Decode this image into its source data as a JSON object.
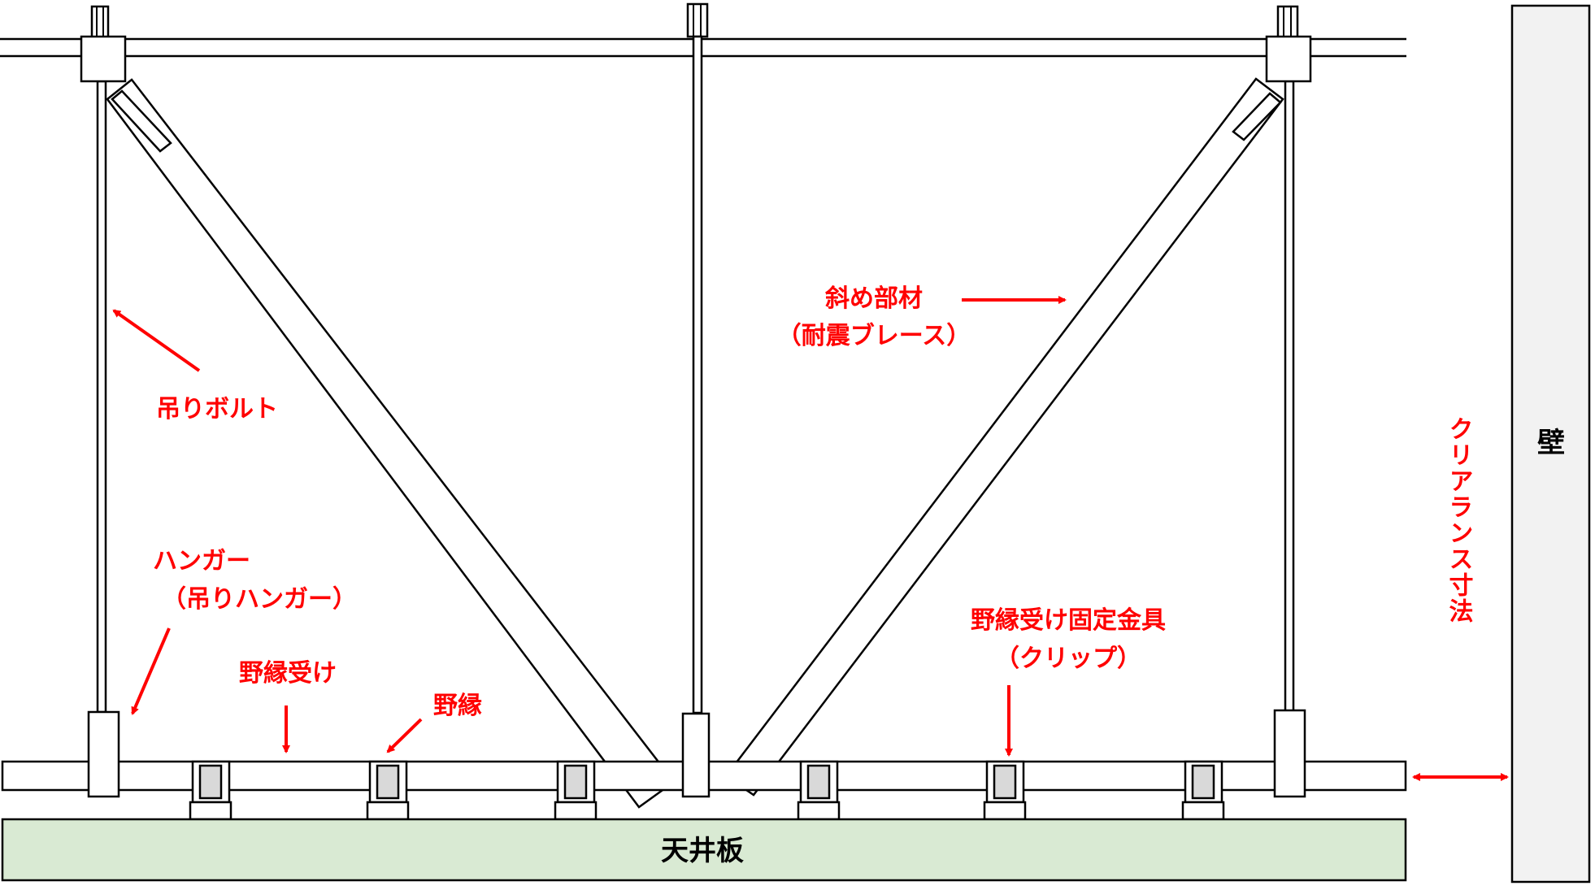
{
  "labels": {
    "hanging_bolt": "吊りボルト",
    "brace_line1": "斜め部材",
    "brace_line2": "（耐震ブレース）",
    "hanger_line1": "ハンガー",
    "hanger_line2": "（吊りハンガー）",
    "runner": "野縁受け",
    "furring": "野縁",
    "clip_line1": "野縁受け固定金具",
    "clip_line2": "（クリップ）",
    "clearance": "クリアランス寸法",
    "wall": "壁",
    "ceiling_board": "天井板"
  },
  "colors": {
    "annotation": "#ff0000",
    "ceiling_board_fill": "#d9ead3",
    "wall_fill": "#f2f2f2",
    "clip_fill": "#d9d9d9",
    "outline": "#000000"
  }
}
